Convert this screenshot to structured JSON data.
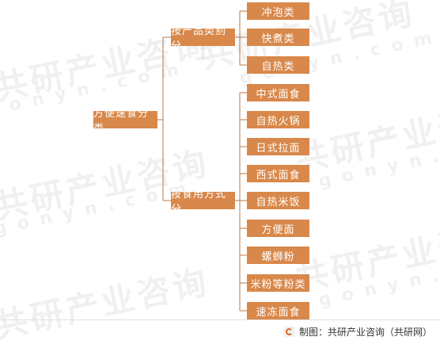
{
  "watermark": {
    "brand": "共研产业咨询",
    "domain": "gonyn.com"
  },
  "tree": {
    "root": "方便速食分类",
    "categories": [
      {
        "label": "按产品类别分",
        "children": [
          "冲泡类",
          "快煮类",
          "自热类"
        ]
      },
      {
        "label": "按食用方式分",
        "children": [
          "中式面食",
          "自热火锅",
          "日式拉面",
          "西式面食",
          "自热米饭",
          "方便面",
          "螺蛳粉",
          "米粉等粉类",
          "速冻面食"
        ]
      }
    ]
  },
  "footer": {
    "text": "制图：共研产业咨询（共研网）"
  },
  "colors": {
    "node": "#d8884a",
    "line": "#b87a4a"
  }
}
